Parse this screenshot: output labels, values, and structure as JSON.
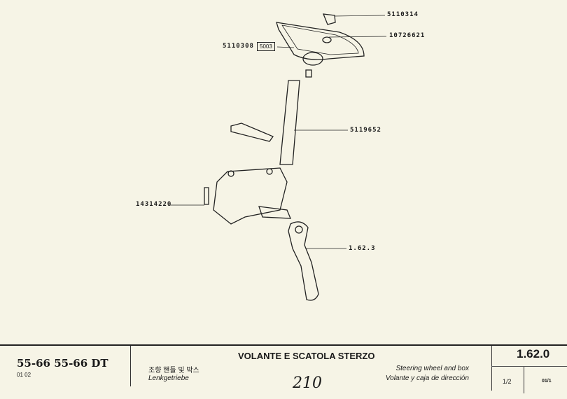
{
  "callouts": {
    "c1": "5110314",
    "c2": "10726621",
    "c3": "5110308",
    "c3_box": "5003",
    "c4": "5119652",
    "c5": "14314220",
    "c6": "1.62.3"
  },
  "footer": {
    "models": "55-66  55-66 DT",
    "years": "01 02",
    "korean": "조향 핸들 및 박스",
    "german": "Lenkgetriebe",
    "title": "VOLANTE E SCATOLA STERZO",
    "english": "Steering wheel and box",
    "spanish": "Volante y caja de dirección",
    "handwritten": "210",
    "section_code": "1.62.0",
    "page": "1/2",
    "sheet": "01/1"
  }
}
